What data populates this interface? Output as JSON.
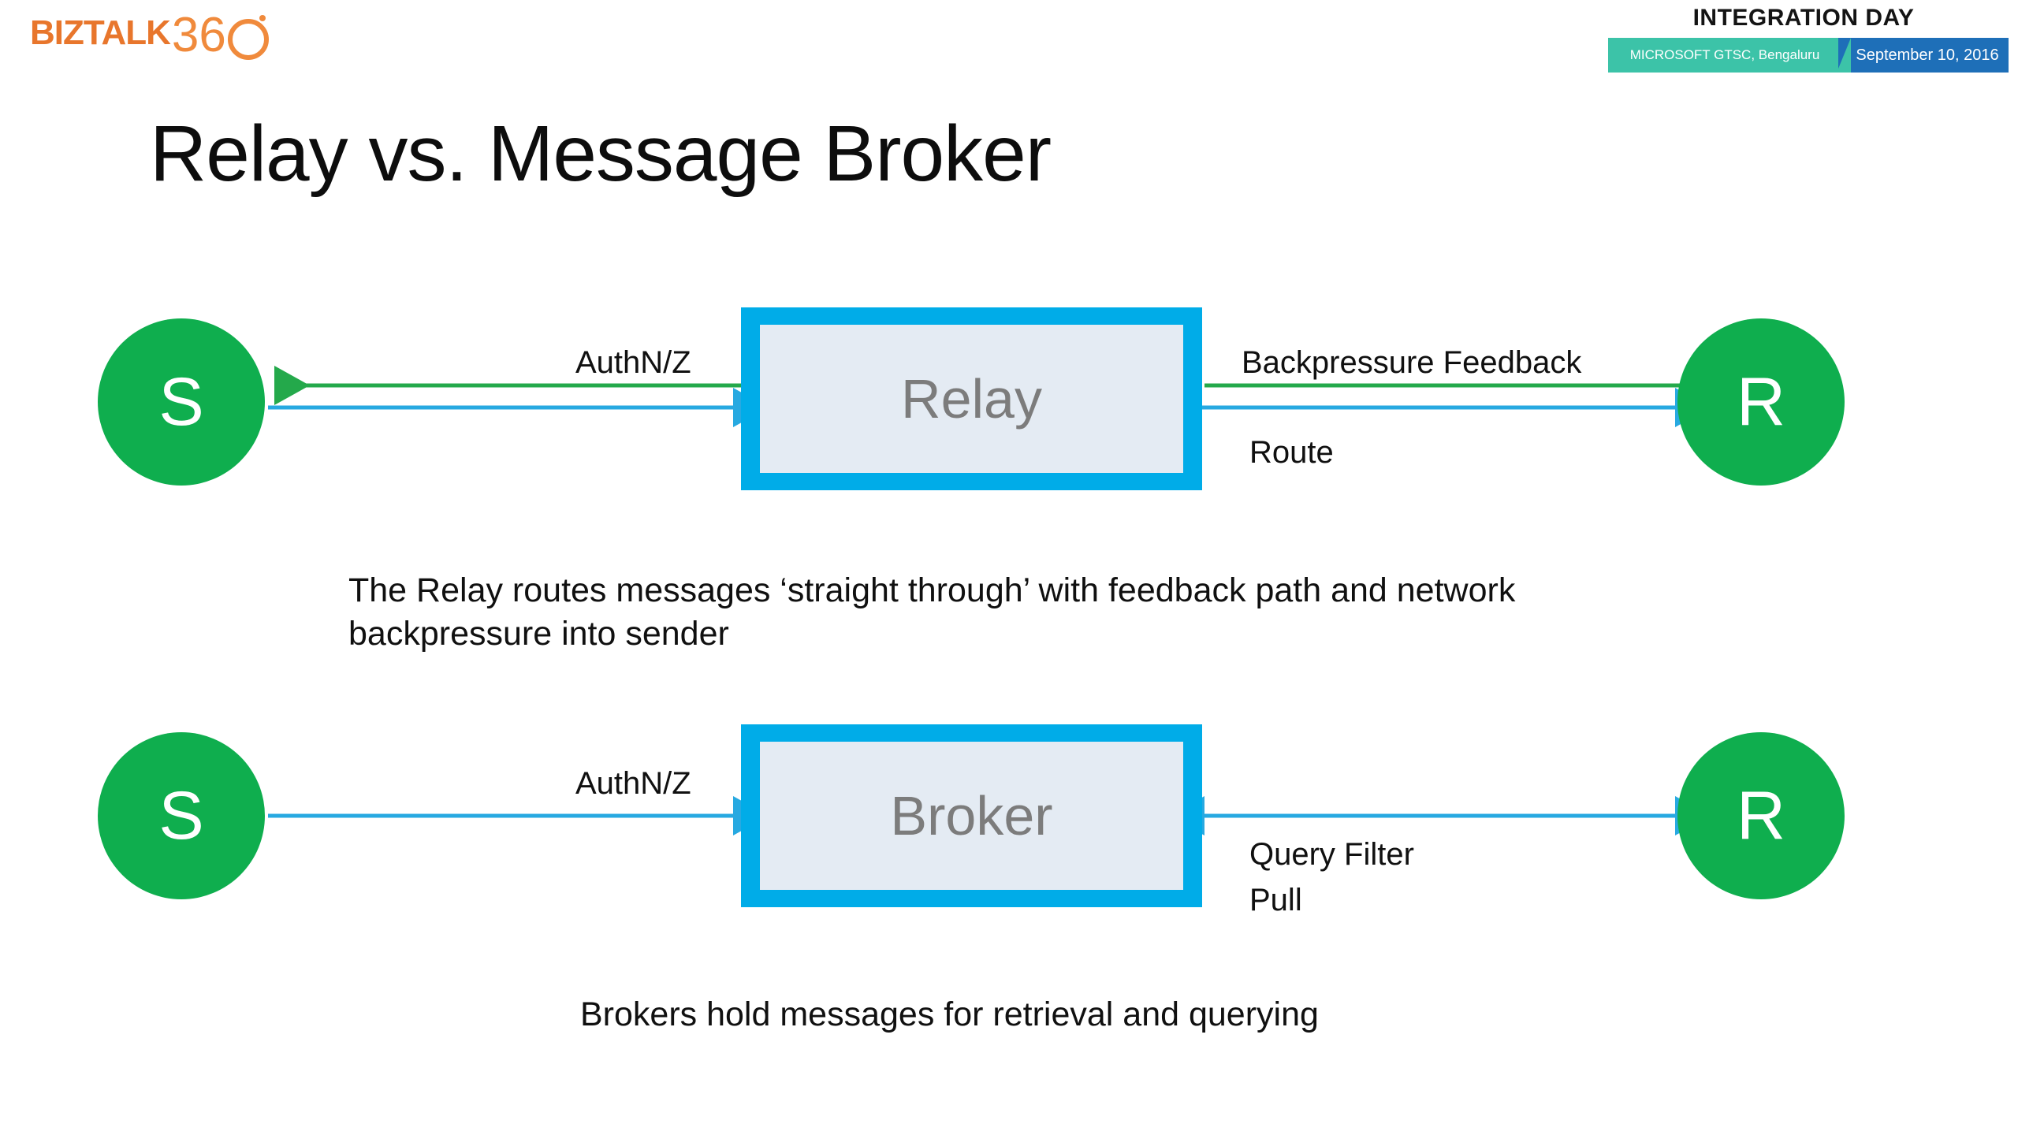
{
  "brand": {
    "word": "BIZTALK",
    "number": "36",
    "ring_icon": "circle-dot-icon"
  },
  "event": {
    "title": "INTEGRATION DAY",
    "venue": "MICROSOFT GTSC, Bengaluru",
    "date": "September 10, 2016"
  },
  "slide": {
    "title": "Relay vs. Message Broker"
  },
  "colors": {
    "brand_orange": "#E8762C",
    "node_green": "#0FAE4E",
    "box_blue": "#00ACE8",
    "box_fill": "#E4EBF3",
    "arrow_blue": "#27A9E1",
    "arrow_green": "#24A94B",
    "venue_teal": "#3CC3A8",
    "date_blue": "#1E6FB8"
  },
  "diagram": {
    "rows": [
      {
        "name": "relay-row",
        "sender_label": "S",
        "receiver_label": "R",
        "box_label": "Relay",
        "labels": {
          "left_top": "AuthN/Z",
          "right_top": "Backpressure Feedback",
          "right_bottom": "Route"
        },
        "caption": "The Relay routes messages ‘straight through’ with feedback path and network backpressure into sender"
      },
      {
        "name": "broker-row",
        "sender_label": "S",
        "receiver_label": "R",
        "box_label": "Broker",
        "labels": {
          "left_top": "AuthN/Z",
          "right_bottom_1": "Query Filter",
          "right_bottom_2": "Pull"
        },
        "caption": "Brokers hold messages for retrieval and querying"
      }
    ]
  }
}
